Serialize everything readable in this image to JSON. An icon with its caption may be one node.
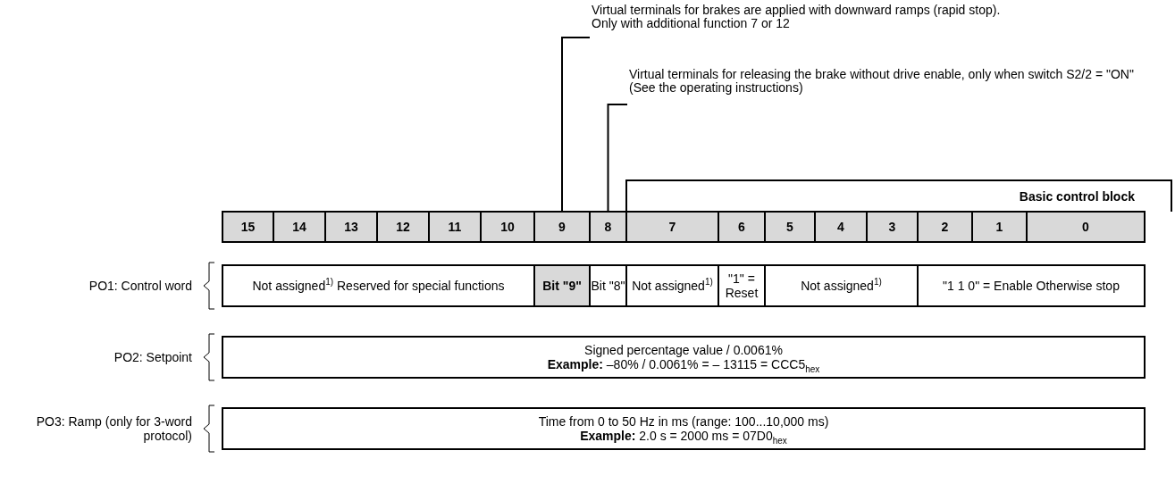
{
  "diagram": {
    "nodes": [
      {
        "text": [
          "Virtual terminals for brakes are applied with downward ramps (rapid stop).",
          "Only with additional function 7 or 12"
        ]
      },
      {
        "text": [
          "Virtual terminals for releasing the brake without drive enable, only when switch S2/2 = \"ON\"",
          "(See the operating instructions)"
        ]
      },
      {
        "text": [
          "Basic control block"
        ]
      },
      {
        "text": [
          "15"
        ]
      },
      {
        "text": [
          "14"
        ]
      },
      {
        "text": [
          "13"
        ]
      },
      {
        "text": [
          "12"
        ]
      },
      {
        "text": [
          "11"
        ]
      },
      {
        "text": [
          "10"
        ]
      },
      {
        "text": [
          "9"
        ]
      },
      {
        "text": [
          "8"
        ]
      },
      {
        "text": [
          "7"
        ]
      },
      {
        "text": [
          "6"
        ]
      },
      {
        "text": [
          "5"
        ]
      },
      {
        "text": [
          "4"
        ]
      },
      {
        "text": [
          "3"
        ]
      },
      {
        "text": [
          "2"
        ]
      },
      {
        "text": [
          "1"
        ]
      },
      {
        "text": [
          "0"
        ]
      },
      {
        "text": [
          "Not assigned$^{1)}$ Reserved for special functions"
        ]
      },
      {
        "text": [
          "Bit \"9\""
        ]
      },
      {
        "text": [
          "Bit \"8\""
        ]
      },
      {
        "text": [
          "Not assigned$^{1)}$"
        ]
      },
      {
        "text": [
          "\"1\" = Reset"
        ]
      },
      {
        "text": [
          "Not assigned$^{1)}$"
        ]
      },
      {
        "text": [
          "\"1 1 0\" = Enable Otherwise stop"
        ]
      },
      {
        "text": [
          "Signed percentage value / 0.0061%",
          "**Example:** –80% / 0.0061% = – 13115 = CCC5$_{hex}$"
        ]
      },
      {
        "text": [
          "Time from 0 to 50 Hz in ms (range: 100...10,000 ms)",
          "**Example:** 2.0 s = 2000 ms = 07D0$_{hex}$"
        ]
      }
    ],
    "edges": [
      {
        "from": 0,
        "to": 9,
        "arrow": "none"
      },
      {
        "from": 1,
        "to": 10,
        "arrow": "none"
      }
    ],
    "labels": [
      "PO1: Control word",
      "PO2: Setpoint",
      "PO3: Ramp (only for 3-word protocol)"
    ]
  }
}
